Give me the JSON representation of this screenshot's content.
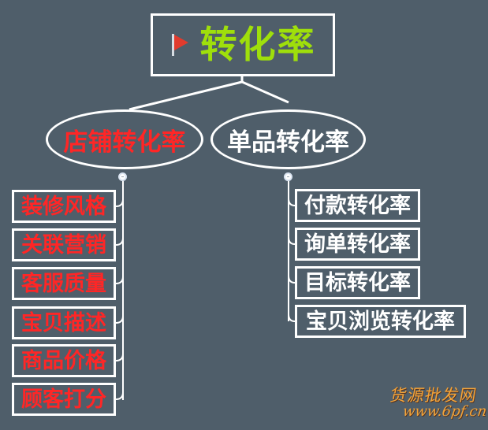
{
  "diagram": {
    "root": {
      "icon": "flag-icon",
      "label": "转化率"
    },
    "branches": [
      {
        "label": "店铺转化率",
        "children": [
          "装修风格",
          "关联营销",
          "客服质量",
          "宝贝描述",
          "商品价格",
          "顾客打分"
        ]
      },
      {
        "label": "单品转化率",
        "children": [
          "付款转化率",
          "询单转化率",
          "目标转化率",
          "宝贝浏览转化率"
        ]
      }
    ]
  },
  "watermark": {
    "top_text": "货源批发网",
    "bottom_text": "www.6pf.cn"
  },
  "colors": {
    "background": "#4f5e6a",
    "root_text": "#9fdf0b",
    "left_branch_text": "#ff2626",
    "right_branch_text": "#ffffff",
    "watermark_text": "#f3a43a"
  }
}
